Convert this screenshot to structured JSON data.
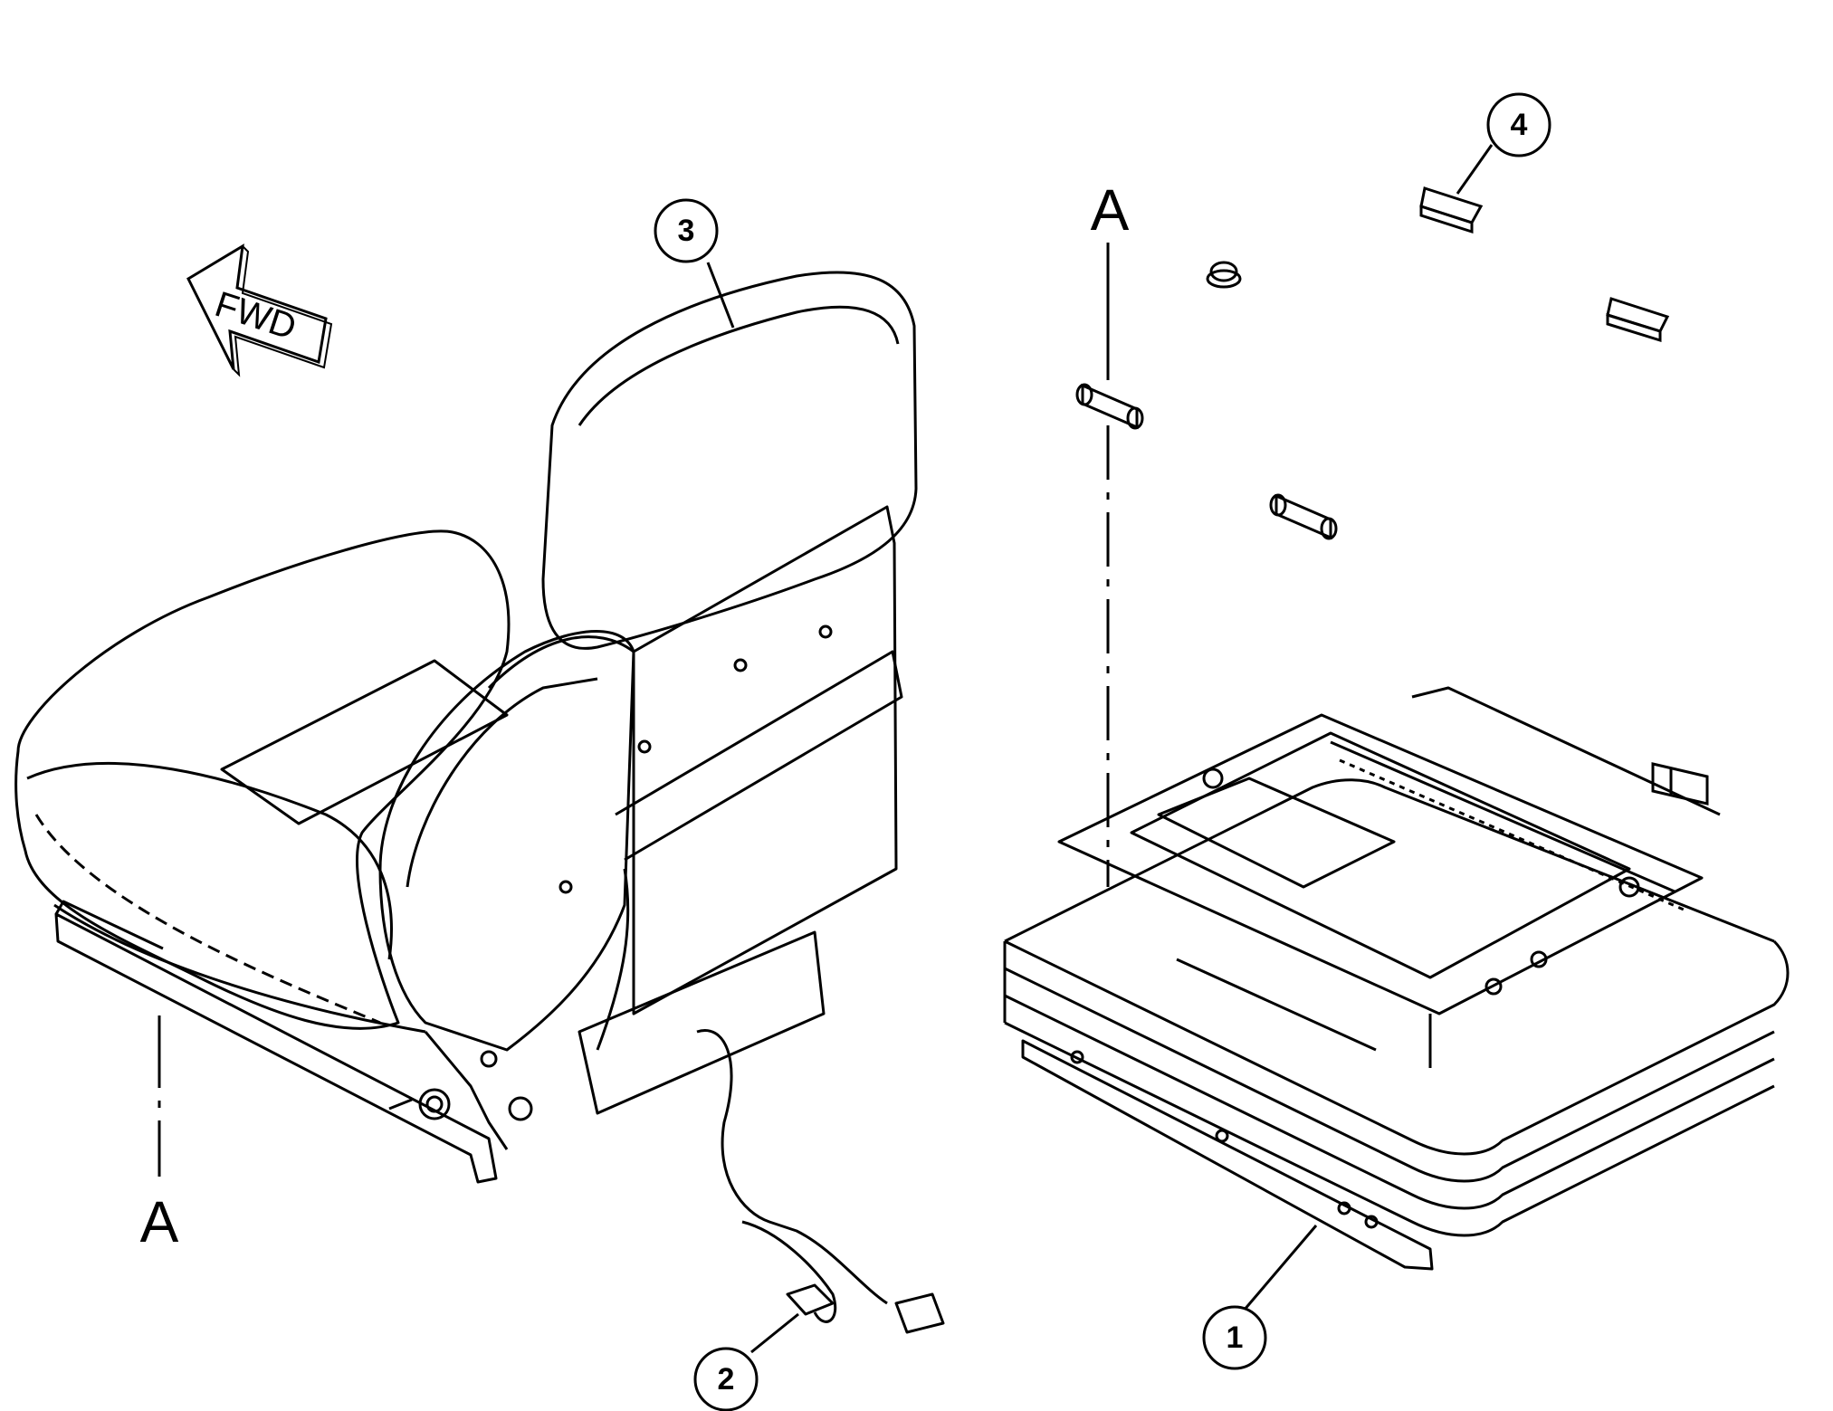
{
  "figure": {
    "fwd_label": "FWD",
    "section_marker": "A",
    "callouts": [
      {
        "number": "1",
        "part": "seat-suspension-base"
      },
      {
        "number": "2",
        "part": "wiring-harness-connector"
      },
      {
        "number": "3",
        "part": "seat-assembly"
      },
      {
        "number": "4",
        "part": "clip"
      }
    ]
  },
  "colors": {
    "line": "#000000",
    "background": "#ffffff"
  }
}
